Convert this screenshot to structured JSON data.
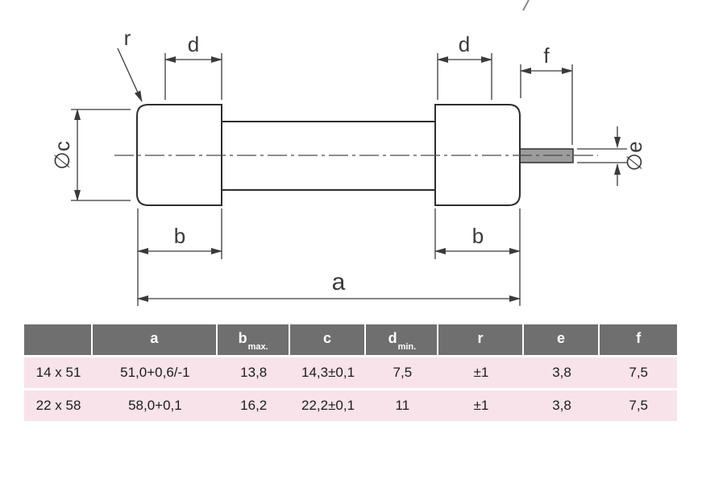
{
  "drawing": {
    "labels": {
      "d_left": "d",
      "d_right": "d",
      "f": "f",
      "r": "r",
      "dia_c": "∅c",
      "dia_e": "∅e",
      "b_left": "b",
      "b_right": "b",
      "a": "a"
    }
  },
  "table": {
    "headers": [
      {
        "main": "",
        "sub": ""
      },
      {
        "main": "a",
        "sub": ""
      },
      {
        "main": "b",
        "sub": "max."
      },
      {
        "main": "c",
        "sub": ""
      },
      {
        "main": "d",
        "sub": "min."
      },
      {
        "main": "r",
        "sub": ""
      },
      {
        "main": "e",
        "sub": ""
      },
      {
        "main": "f",
        "sub": ""
      }
    ],
    "rows": [
      [
        "14 x 51",
        "51,0+0,6/-1",
        "13,8",
        "14,3±0,1",
        "7,5",
        "±1",
        "3,8",
        "7,5"
      ],
      [
        "22 x 58",
        "58,0+0,1",
        "16,2",
        "22,2±0,1",
        "11",
        "±1",
        "3,8",
        "7,5"
      ]
    ]
  },
  "colors": {
    "line": "#3a3a3a",
    "table_header_bg": "#6f6f6f",
    "table_row_bg": "#f7e3e9",
    "pin_fill": "#9c9c9c"
  }
}
